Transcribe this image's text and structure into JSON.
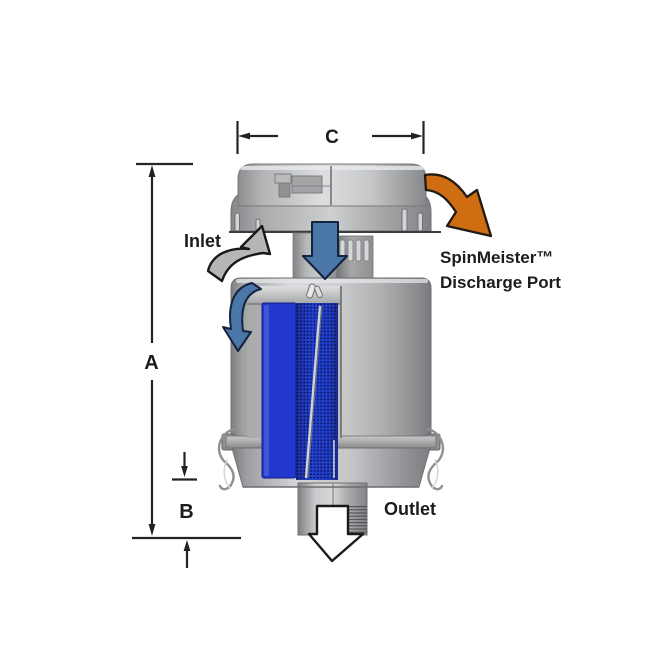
{
  "labels": {
    "dim_a": "A",
    "dim_b": "B",
    "dim_c": "C",
    "inlet": "Inlet",
    "outlet": "Outlet",
    "discharge_line1": "SpinMeister™",
    "discharge_line2": "Discharge Port"
  },
  "colors": {
    "filter_blue": "#2238cf",
    "mesh_blue": "#2442d2",
    "mesh_dot": "#0a1560",
    "flow_arrow_blue": "#4a76a8",
    "swirl_arrow_gray": "#b4b6b8",
    "discharge_arrow_orange": "#cf6d12",
    "outlet_arrow_white": "#ffffff",
    "line_black": "#232323",
    "metal_gray_light": "#d6d8da",
    "metal_gray_dark": "#85878a"
  },
  "icons": {
    "inlet_swirl_arrow": "curved-up-arrow",
    "main_flow_arrow": "solid-down-arrow",
    "cyclone_flow_arrow": "curved-down-arrow",
    "discharge_arrow": "bent-down-right-arrow",
    "outlet_arrow": "outline-down-arrow"
  }
}
